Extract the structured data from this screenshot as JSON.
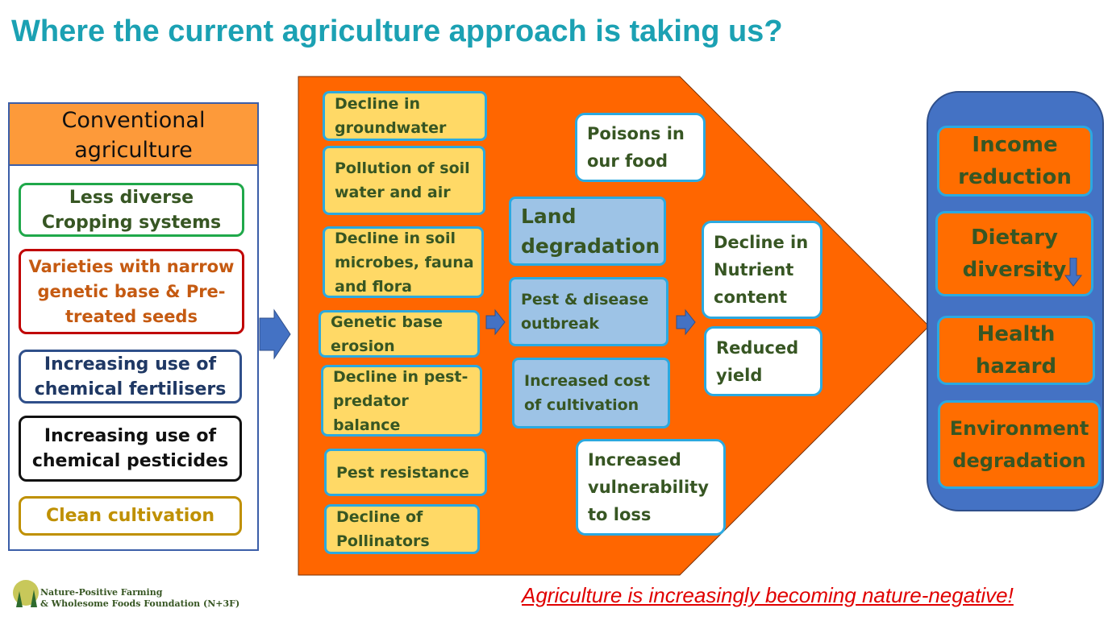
{
  "title": "Where the current agriculture approach is taking us?",
  "left": {
    "header": "Conventional agriculture",
    "items": [
      {
        "text": "Less diverse Cropping systems",
        "color": "#1fa84a"
      },
      {
        "text": "Varieties with narrow genetic base & Pre-treated seeds",
        "color": "#c00000"
      },
      {
        "text": "Increasing use of chemical fertilisers",
        "color": "#2f4f8a"
      },
      {
        "text": "Increasing use of chemical pesticides",
        "color": "#111111"
      },
      {
        "text": "Clean cultivation",
        "color": "#bf9000"
      }
    ]
  },
  "impacts": [
    "Decline in groundwater",
    "Pollution of soil water and air",
    "Decline in soil microbes, fauna and flora",
    "Genetic base erosion",
    "Decline in pest-predator balance",
    "Pest resistance",
    "Decline of Pollinators"
  ],
  "middle": [
    "Land degradation",
    "Pest & disease outbreak",
    "Increased cost of cultivation"
  ],
  "white": [
    "Poisons in our food",
    "Decline in Nutrient content",
    "Reduced yield",
    "Increased vulnerability to loss"
  ],
  "outcomes": [
    "Income reduction",
    "Dietary diversity",
    "Health hazard",
    "Environment degradation"
  ],
  "logo": {
    "line1": "Nature-Positive Farming",
    "line2": "& Wholesome Foods Foundation (N+3F)"
  },
  "footer": "Agriculture is increasingly becoming nature-negative!",
  "colors": {
    "orange": "#ff6600",
    "title": "#1ba1b3",
    "arrow": "#4472c4"
  }
}
